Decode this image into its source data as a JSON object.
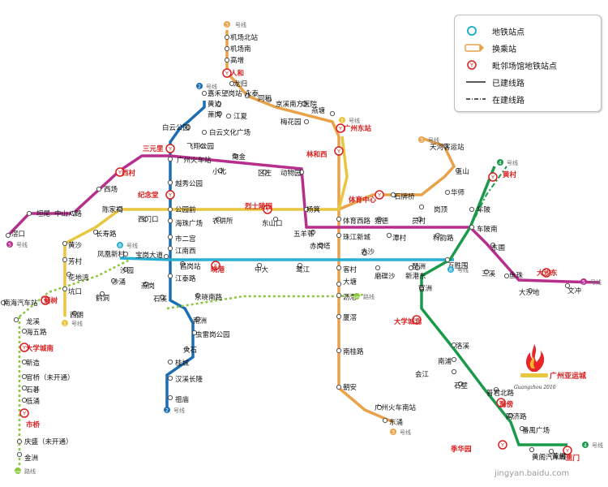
{
  "legend": {
    "station": "地铁站点",
    "transfer": "换乘站",
    "venue_station": "毗邻场馆地铁站点",
    "built": "已建线路",
    "under_construction": "在建线路"
  },
  "brand": {
    "title": "广州亚运城",
    "subtitle": "Guangzhou 2010"
  },
  "watermark": "jingyan.baidu.com",
  "colors": {
    "line1": "#e9c640",
    "line2": "#1c6eb2",
    "line3": "#e9a24a",
    "line4": "#1a9a4a",
    "line5": "#b72f8c",
    "line8": "#27aed2",
    "apm": "#8dc63f",
    "venue": "#d81e1e"
  },
  "line_labels": [
    {
      "key": "3",
      "text": "号线"
    },
    {
      "key": "2",
      "text": "号线"
    },
    {
      "key": "1",
      "text": "号线"
    },
    {
      "key": "3",
      "text": "号线"
    },
    {
      "key": "4",
      "text": "号线"
    },
    {
      "key": "5",
      "text": "号线"
    },
    {
      "key": "8",
      "text": "号线"
    },
    {
      "key": "1",
      "text": "号线"
    },
    {
      "key": "8",
      "text": "号线"
    },
    {
      "key": "5",
      "text": "号线"
    },
    {
      "key": "2",
      "text": "号线"
    },
    {
      "key": "3",
      "text": "号线"
    },
    {
      "key": "4",
      "text": "号线"
    },
    {
      "key": "APM",
      "text": "路线"
    },
    {
      "key": "APM",
      "text": "路线"
    }
  ],
  "stations": [
    {
      "name": "机场北站",
      "venue": false
    },
    {
      "name": "机场南",
      "venue": false
    },
    {
      "name": "高增",
      "venue": false
    },
    {
      "name": "人和",
      "venue": true
    },
    {
      "name": "龙归",
      "venue": false
    },
    {
      "name": "嘉禾望岗站",
      "venue": false
    },
    {
      "name": "永泰",
      "venue": false
    },
    {
      "name": "同和",
      "venue": false
    },
    {
      "name": "黄边",
      "venue": false
    },
    {
      "name": "京溪南方医院",
      "venue": false
    },
    {
      "name": "萧岗",
      "venue": false
    },
    {
      "name": "江夏",
      "venue": false
    },
    {
      "name": "燕塘",
      "venue": false
    },
    {
      "name": "梅花园",
      "venue": false
    },
    {
      "name": "白云公园",
      "venue": false
    },
    {
      "name": "白云文化广场",
      "venue": false
    },
    {
      "name": "广州东站",
      "venue": true
    },
    {
      "name": "飞翔公园",
      "venue": false
    },
    {
      "name": "三元里",
      "venue": true
    },
    {
      "name": "林和西",
      "venue": true
    },
    {
      "name": "天河客运站",
      "venue": false
    },
    {
      "name": "广州火车站",
      "venue": false
    },
    {
      "name": "淘金",
      "venue": false
    },
    {
      "name": "五山",
      "venue": false
    },
    {
      "name": "西村",
      "venue": true
    },
    {
      "name": "小北",
      "venue": false
    },
    {
      "name": "区庄",
      "venue": false
    },
    {
      "name": "动物园",
      "venue": false
    },
    {
      "name": "黄村",
      "venue": true
    },
    {
      "name": "越秀公园",
      "venue": false
    },
    {
      "name": "华师",
      "venue": false
    },
    {
      "name": "西场",
      "venue": false
    },
    {
      "name": "纪念堂",
      "venue": true
    },
    {
      "name": "体育中心",
      "venue": true
    },
    {
      "name": "石牌桥",
      "venue": false
    },
    {
      "name": "岗顶",
      "venue": false
    },
    {
      "name": "坦尾",
      "venue": false
    },
    {
      "name": "中山八路",
      "venue": false
    },
    {
      "name": "陈家祠",
      "venue": false
    },
    {
      "name": "公园前",
      "venue": false
    },
    {
      "name": "烈士陵园",
      "venue": true
    },
    {
      "name": "杨箕",
      "venue": false
    },
    {
      "name": "车陂",
      "venue": false
    },
    {
      "name": "西门口",
      "venue": false
    },
    {
      "name": "海珠广场",
      "venue": false
    },
    {
      "name": "农讲所",
      "venue": false
    },
    {
      "name": "东山口",
      "venue": false
    },
    {
      "name": "体育西路",
      "venue": false
    },
    {
      "name": "猎德",
      "venue": false
    },
    {
      "name": "员村",
      "venue": false
    },
    {
      "name": "车陂南",
      "venue": false
    },
    {
      "name": "滘口",
      "venue": false
    },
    {
      "name": "长寿路",
      "venue": false
    },
    {
      "name": "五羊邨",
      "venue": false
    },
    {
      "name": "珠江新城",
      "venue": false
    },
    {
      "name": "潭村",
      "venue": false
    },
    {
      "name": "科韵路",
      "venue": false
    },
    {
      "name": "市二宫",
      "venue": false
    },
    {
      "name": "黄沙",
      "venue": false
    },
    {
      "name": "赤岗塔",
      "venue": false
    },
    {
      "name": "东圃",
      "venue": false
    },
    {
      "name": "江南西",
      "venue": false
    },
    {
      "name": "芳村",
      "venue": false
    },
    {
      "name": "凤凰新村",
      "venue": false
    },
    {
      "name": "宝岗大道",
      "venue": false
    },
    {
      "name": "赤沙",
      "venue": false
    },
    {
      "name": "昌岗站",
      "venue": false
    },
    {
      "name": "晓港",
      "venue": true
    },
    {
      "name": "中大",
      "venue": false
    },
    {
      "name": "鹭江",
      "venue": false
    },
    {
      "name": "客村",
      "venue": false
    },
    {
      "name": "磨碟沙",
      "venue": false
    },
    {
      "name": "新港东",
      "venue": false
    },
    {
      "name": "万胜围",
      "venue": false
    },
    {
      "name": "三溪",
      "venue": false
    },
    {
      "name": "鱼珠",
      "venue": false
    },
    {
      "name": "大沙东",
      "venue": true
    },
    {
      "name": "花地湾",
      "venue": false
    },
    {
      "name": "沙园",
      "venue": false
    },
    {
      "name": "江泰路",
      "venue": false
    },
    {
      "name": "琶洲",
      "venue": false
    },
    {
      "name": "沙涌",
      "venue": false
    },
    {
      "name": "燕岗",
      "venue": false
    },
    {
      "name": "大塘",
      "venue": false
    },
    {
      "name": "官洲",
      "venue": false
    },
    {
      "name": "大沙地",
      "venue": false
    },
    {
      "name": "文冲",
      "venue": false
    },
    {
      "name": "坑口",
      "venue": false
    },
    {
      "name": "南海汽车站",
      "venue": false
    },
    {
      "name": "菊树",
      "venue": true
    },
    {
      "name": "鹤洞",
      "venue": false
    },
    {
      "name": "石溪",
      "venue": false
    },
    {
      "name": "东晓南路",
      "venue": false
    },
    {
      "name": "沥滘",
      "venue": false
    },
    {
      "name": "西朗",
      "venue": false
    },
    {
      "name": "龙溪",
      "venue": false
    },
    {
      "name": "南洲",
      "venue": false
    },
    {
      "name": "大学城北",
      "venue": true
    },
    {
      "name": "海五路",
      "venue": false
    },
    {
      "name": "厦滘",
      "venue": false
    },
    {
      "name": "虫雷岗公园",
      "venue": false
    },
    {
      "name": "洛溪",
      "venue": false
    },
    {
      "name": "大学城南",
      "venue": true
    },
    {
      "name": "南桂路",
      "venue": false
    },
    {
      "name": "大石",
      "venue": false
    },
    {
      "name": "南浦",
      "venue": false
    },
    {
      "name": "新造",
      "venue": false
    },
    {
      "name": "桂城",
      "venue": false
    },
    {
      "name": "会江",
      "venue": false
    },
    {
      "name": "官桥（未开通）",
      "venue": false
    },
    {
      "name": "朝安",
      "venue": false
    },
    {
      "name": "汉溪长隆",
      "venue": false
    },
    {
      "name": "石壁",
      "venue": false
    },
    {
      "name": "石碁",
      "venue": false
    },
    {
      "name": "普君北路",
      "venue": false
    },
    {
      "name": "海傍",
      "venue": true
    },
    {
      "name": "低涌",
      "venue": false
    },
    {
      "name": "祖庙",
      "venue": false
    },
    {
      "name": "广州火车南站",
      "venue": false
    },
    {
      "name": "市桥",
      "venue": true
    },
    {
      "name": "同济路",
      "venue": false
    },
    {
      "name": "东涌",
      "venue": false
    },
    {
      "name": "番禺广场",
      "venue": false
    },
    {
      "name": "庆盛（未开通）",
      "venue": false
    },
    {
      "name": "季华园",
      "venue": true
    },
    {
      "name": "黄阁汽车城",
      "venue": false
    },
    {
      "name": "黄阁",
      "venue": false
    },
    {
      "name": "蕉门",
      "venue": true
    },
    {
      "name": "金洲",
      "venue": false
    },
    {
      "name": "魁奇路",
      "venue": false
    }
  ]
}
